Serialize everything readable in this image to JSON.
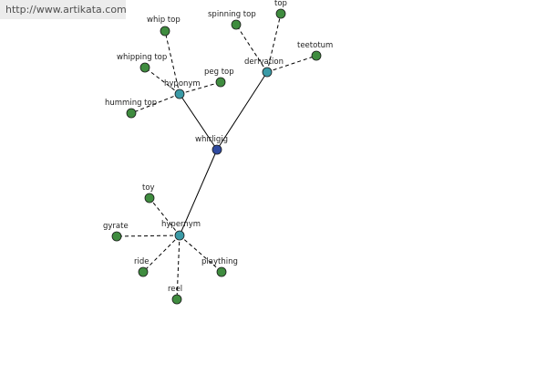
{
  "watermark": {
    "text": "http://www.artikata.com"
  },
  "graph": {
    "colors": {
      "center": "#2f4aa0",
      "relation": "#3a9aa6",
      "term": "#3f8c3f",
      "edge": "#000000"
    },
    "center": {
      "id": "whirligig",
      "label": "whirligig"
    },
    "relations": [
      {
        "id": "hyponym",
        "label": "hyponym",
        "terms": [
          "whip top",
          "whipping top",
          "peg top",
          "humming top"
        ]
      },
      {
        "id": "derivation",
        "label": "derivation",
        "terms": [
          "spinning top",
          "top",
          "teetotum"
        ]
      },
      {
        "id": "hypernym",
        "label": "hypernym",
        "terms": [
          "toy",
          "gyrate",
          "ride",
          "reel",
          "plaything"
        ]
      }
    ]
  }
}
